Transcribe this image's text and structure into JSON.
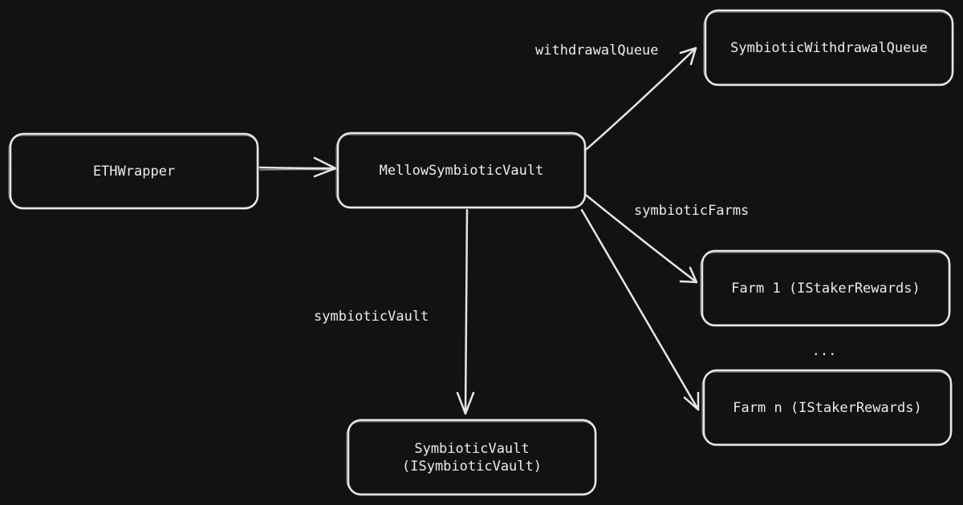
{
  "nodes": {
    "eth_wrapper": {
      "label": "ETHWrapper"
    },
    "mellow_vault": {
      "label": "MellowSymbioticVault"
    },
    "withdrawal_queue": {
      "label": "SymbioticWithdrawalQueue"
    },
    "symbiotic_vault": {
      "line1": "SymbioticVault",
      "line2": "(ISymbioticVault)"
    },
    "farm_1": {
      "label": "Farm 1 (IStakerRewards)"
    },
    "farm_n": {
      "label": "Farm n (IStakerRewards)"
    }
  },
  "edge_labels": {
    "withdrawal_queue": "withdrawalQueue",
    "symbiotic_farms": "symbioticFarms",
    "symbiotic_vault": "symbioticVault"
  },
  "ellipsis": "...",
  "colors": {
    "background": "#121212",
    "stroke": "#e6e6e6",
    "text": "#ececec"
  }
}
